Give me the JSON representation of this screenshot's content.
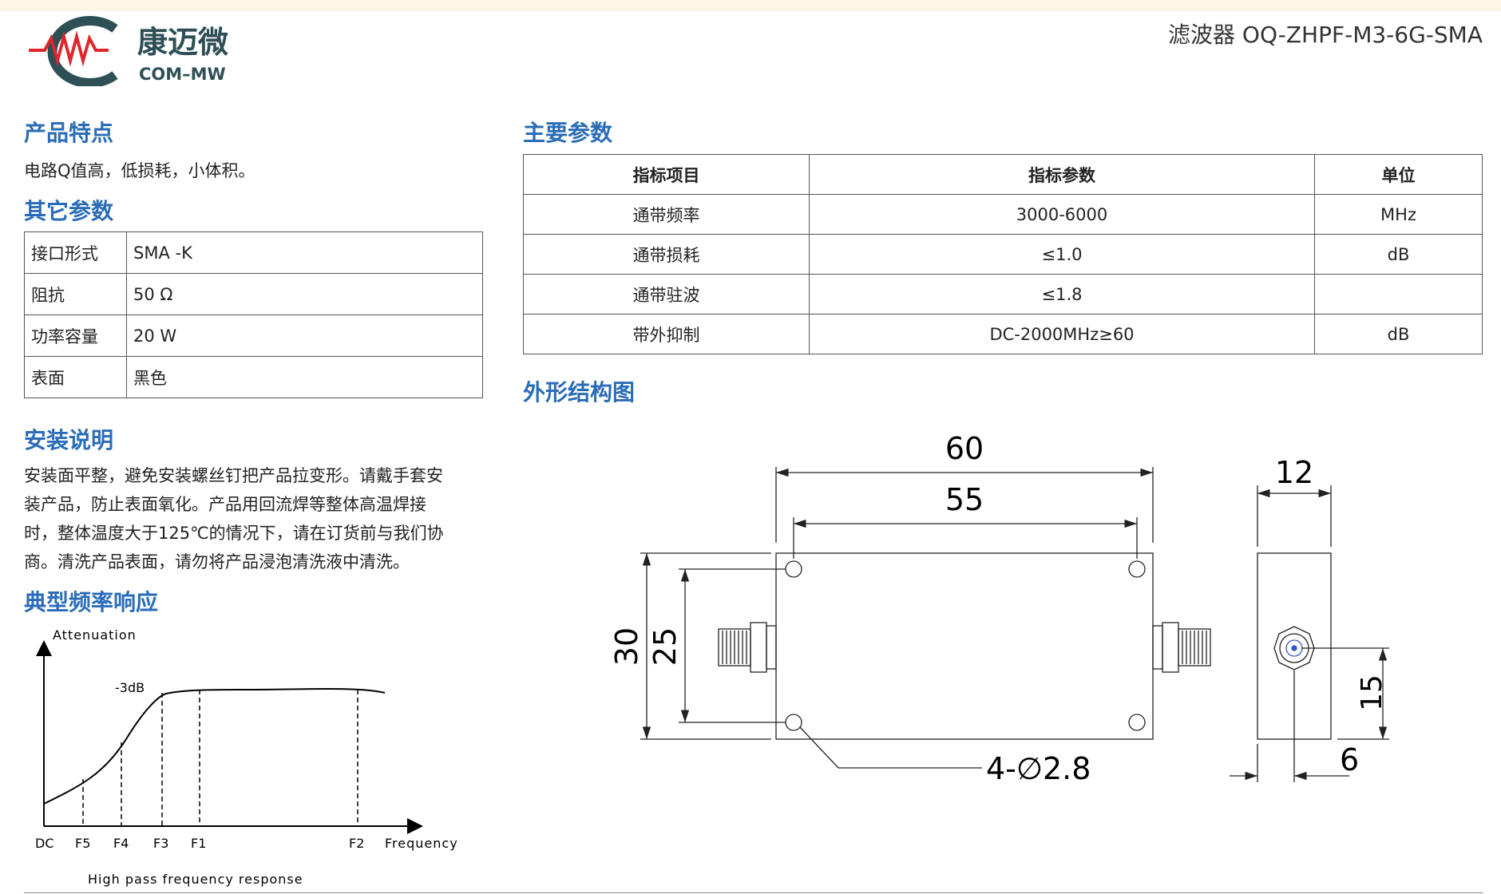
{
  "header": {
    "company_cn": "康迈微",
    "company_en": "COM–MW",
    "doc_title": "滤波器 OQ-ZHPF-M3-6G-SMA",
    "brand_colors": {
      "arc": "#2e4f56",
      "wave": "#e0262c",
      "title_blue": "#2a6cb8"
    }
  },
  "features": {
    "heading": "产品特点",
    "text": "电路Q值高，低损耗，小体积。"
  },
  "other_params": {
    "heading": "其它参数",
    "rows": [
      {
        "k": "接口形式",
        "v": "SMA -K"
      },
      {
        "k": "阻抗",
        "v": "50 Ω"
      },
      {
        "k": "功率容量",
        "v": "20 W"
      },
      {
        "k": "表面",
        "v": "黑色"
      }
    ]
  },
  "install": {
    "heading": "安装说明",
    "lines": [
      "安装面平整，避免安装螺丝钉把产品拉变形。请戴手套安",
      "装产品，防止表面氧化。产品用回流焊等整体高温焊接",
      "时，整体温度大于125℃的情况下，请在订货前与我们协",
      "商。清洗产品表面，请勿将产品浸泡清洗液中清洗。"
    ]
  },
  "response": {
    "heading": "典型频率响应",
    "y_label": "Attenuation",
    "marker": "-3dB",
    "x_ticks": [
      "DC",
      "F5",
      "F4",
      "F3",
      "F1",
      "F2"
    ],
    "x_label": "Frequency",
    "caption": "High  pass  frequency  response"
  },
  "main_params": {
    "heading": "主要参数",
    "headers": [
      "指标项目",
      "指标参数",
      "单位"
    ],
    "rows": [
      [
        "通带频率",
        "3000-6000",
        "MHz"
      ],
      [
        "通带损耗",
        "≤1.0",
        "dB"
      ],
      [
        "通带驻波",
        "≤1.8",
        ""
      ],
      [
        "带外抑制",
        "DC-2000MHz≥60",
        "dB"
      ]
    ]
  },
  "outline": {
    "heading": "外形结构图",
    "dims": {
      "length": "60",
      "hole_spacing_x": "55",
      "height": "30",
      "hole_spacing_y": "25",
      "holes": "4-∅2.8",
      "width": "12",
      "connector_height": "15",
      "connector_offset": "6"
    }
  }
}
